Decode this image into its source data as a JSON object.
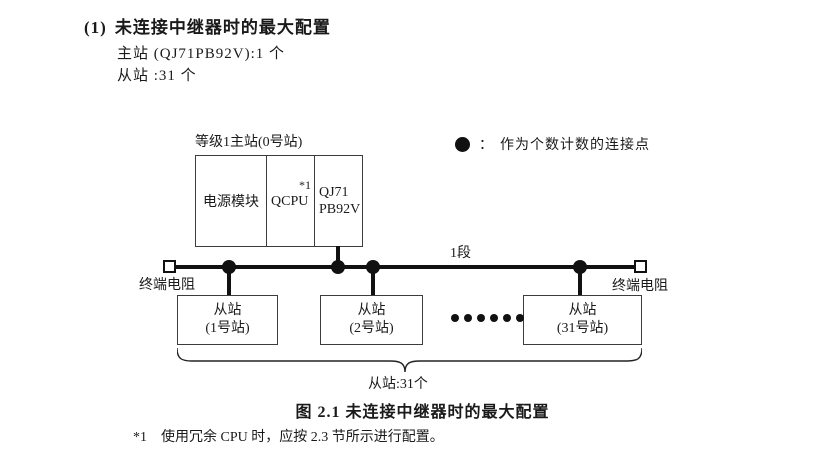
{
  "colors": {
    "background": "#ffffff",
    "text": "#1a1a1a",
    "line": "#111111",
    "box_border": "#3c3c3c"
  },
  "header": {
    "number": "(1)",
    "title": "未连接中继器时的最大配置",
    "detail_lines": [
      "主站 (QJ71PB92V):1 个",
      "从站 :31 个"
    ]
  },
  "diagram": {
    "master_station": {
      "label": "等级1主站(0号站)",
      "power_module": "电源模块",
      "cpu": "QCPU",
      "cpu_note": "*1",
      "module_line1": "QJ71",
      "module_line2": "PB92V"
    },
    "legend": {
      "symbol": "connection-count-dot",
      "colon": "：",
      "text": "作为个数计数的连接点"
    },
    "bus": {
      "segment_label": "1段",
      "left_terminator_label": "终端电阻",
      "right_terminator_label": "终端电阻",
      "connection_dot_count": 4
    },
    "slave_stations": [
      {
        "name": "从站",
        "station": "(1号站)"
      },
      {
        "name": "从站",
        "station": "(2号站)"
      },
      {
        "name": "从站",
        "station": "(31号站)"
      }
    ],
    "ellipsis_dot_count": 6,
    "brace_label": "从站:31个"
  },
  "caption": "图 2.1 未连接中继器时的最大配置",
  "footnote": {
    "marker": "*1",
    "text": "使用冗余 CPU 时，应按 2.3 节所示进行配置。"
  }
}
